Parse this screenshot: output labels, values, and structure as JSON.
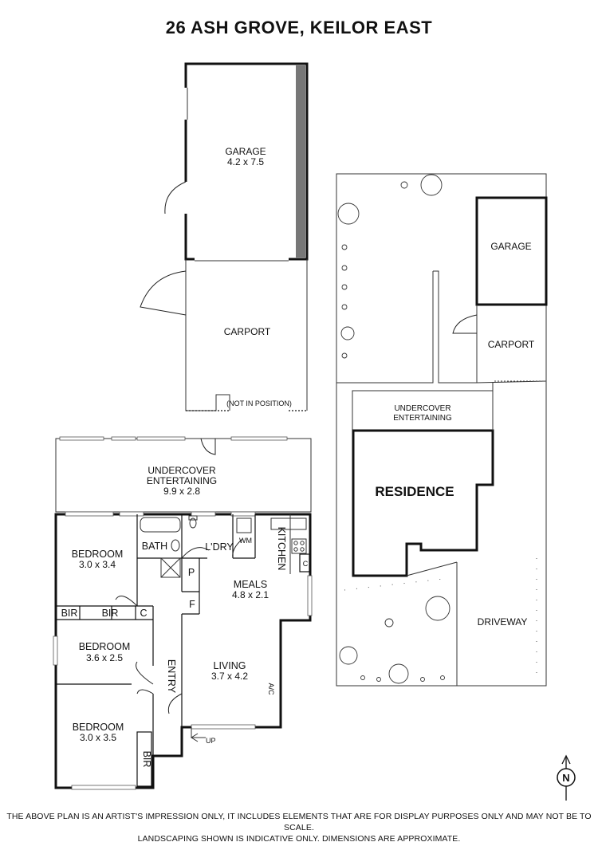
{
  "title": "26 ASH GROVE, KEILOR EAST",
  "outbuilding": {
    "garage": {
      "name": "GARAGE",
      "size": "4.2 x 7.5"
    },
    "carport": {
      "name": "CARPORT"
    },
    "note": "(NOT IN POSITION)"
  },
  "house": {
    "undercover": {
      "name_line1": "UNDERCOVER",
      "name_line2": "ENTERTAINING",
      "size": "9.9 x 2.8"
    },
    "bedroom1": {
      "name": "BEDROOM",
      "size": "3.0 x 3.4"
    },
    "bedroom2": {
      "name": "BEDROOM",
      "size": "3.6 x 2.5"
    },
    "bedroom3": {
      "name": "BEDROOM",
      "size": "3.0 x 3.5"
    },
    "bath": "BATH",
    "laundry": "L'DRY",
    "wm": "WM",
    "kitchen": "KITCHEN",
    "meals": {
      "name": "MEALS",
      "size": "4.8 x 2.1"
    },
    "living": {
      "name": "LIVING",
      "size": "3.7 x 4.2"
    },
    "entry": "ENTRY",
    "bir1": "BIR",
    "bir2": "BIR",
    "bir3": "BIR",
    "c1": "C",
    "c2": "C",
    "pantry": "P",
    "fridge": "F",
    "ac": "A/C",
    "up": "UP"
  },
  "site": {
    "garage": "GARAGE",
    "carport": "CARPORT",
    "undercover_line1": "UNDERCOVER",
    "undercover_line2": "ENTERTAINING",
    "residence": "RESIDENCE",
    "driveway": "DRIVEWAY"
  },
  "north": {
    "letter": "N"
  },
  "disclaimer": {
    "line1": "THE ABOVE PLAN IS AN ARTIST'S IMPRESSION ONLY, IT INCLUDES ELEMENTS THAT ARE FOR DISPLAY PURPOSES ONLY AND MAY NOT BE TO SCALE.",
    "line2": "LANDSCAPING SHOWN IS INDICATIVE ONLY. DIMENSIONS ARE APPROXIMATE."
  }
}
